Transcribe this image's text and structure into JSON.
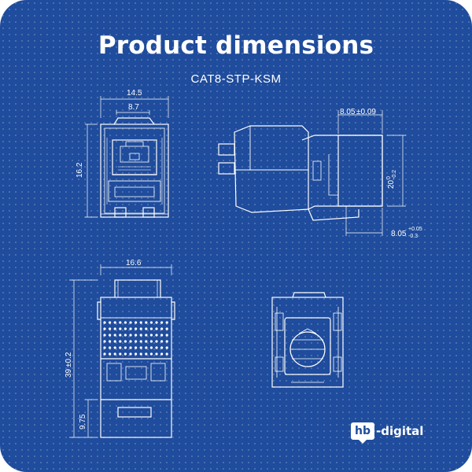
{
  "header": {
    "title": "Product dimensions",
    "subtitle": "CAT8-STP-KSM"
  },
  "dimensions": {
    "front_width": "14.5",
    "front_inner_width": "8.7",
    "front_height": "16.2",
    "side_top": "8.05",
    "side_top_tol": "±0.09",
    "side_height": "20",
    "side_height_tol_upper": "0",
    "side_height_tol_lower": "-0.2",
    "side_bottom": "8.05",
    "side_bottom_tol_upper": "+0.05",
    "side_bottom_tol_lower": "-0.3",
    "bottom_width": "16.6",
    "bottom_length": "39",
    "bottom_length_tol": "±0.2",
    "bottom_tab": "9.75"
  },
  "brand": {
    "logo_box": "hb",
    "logo_text": "-digital"
  },
  "colors": {
    "background": "#1f4c9c",
    "line": "#ffffff"
  }
}
